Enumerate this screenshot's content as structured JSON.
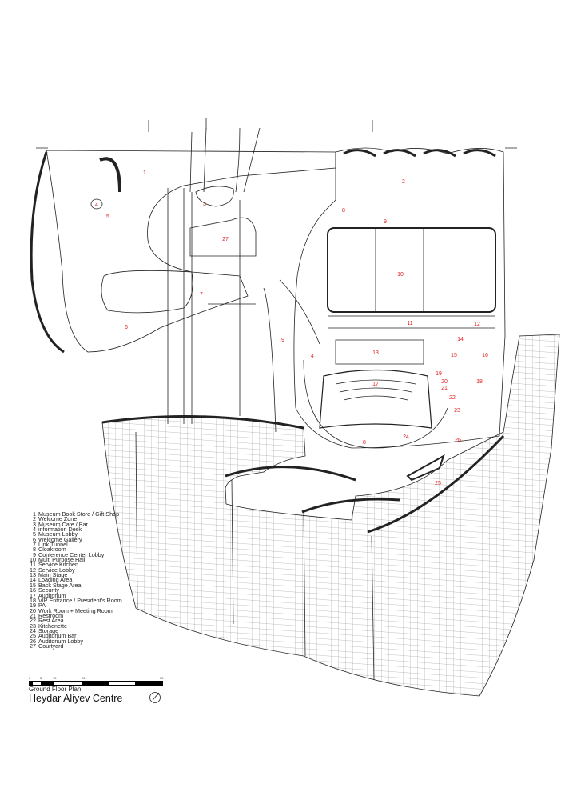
{
  "plan": {
    "room_markers": [
      "1",
      "2",
      "3",
      "4",
      "5",
      "6",
      "7",
      "8",
      "9",
      "10",
      "11",
      "12",
      "13",
      "14",
      "15",
      "16",
      "17",
      "18",
      "19",
      "20",
      "21",
      "22",
      "23",
      "24",
      "25",
      "26",
      "27",
      "9",
      "4",
      "8"
    ],
    "label_color": "#e02020",
    "line_color": "#222222"
  },
  "legend": [
    {
      "n": "1",
      "label": "Museum Book Store / Gift Shop"
    },
    {
      "n": "2",
      "label": "Welcome Zone"
    },
    {
      "n": "3",
      "label": "Museum Cafe / Bar"
    },
    {
      "n": "4",
      "label": "information Desk"
    },
    {
      "n": "5",
      "label": "Museum Lobby"
    },
    {
      "n": "6",
      "label": "Welcome Gallery"
    },
    {
      "n": "7",
      "label": "Link Tunnel"
    },
    {
      "n": "8",
      "label": "Cloakroom"
    },
    {
      "n": "9",
      "label": "Conference Center Lobby"
    },
    {
      "n": "10",
      "label": "Multi Purpose Hall"
    },
    {
      "n": "11",
      "label": "Service Kitchen"
    },
    {
      "n": "12",
      "label": "Service Lobby"
    },
    {
      "n": "13",
      "label": "Main Stage"
    },
    {
      "n": "14",
      "label": "Loading Area"
    },
    {
      "n": "15",
      "label": "Back Stage Area"
    },
    {
      "n": "16",
      "label": "Security"
    },
    {
      "n": "17",
      "label": "Auditorium"
    },
    {
      "n": "18",
      "label": "VIP Entrance / President's Room"
    },
    {
      "n": "19",
      "label": "PA"
    },
    {
      "n": "20",
      "label": "Work Room + Meeting Room"
    },
    {
      "n": "21",
      "label": "Restroom"
    },
    {
      "n": "22",
      "label": "Rest Area"
    },
    {
      "n": "23",
      "label": "Kitchenette"
    },
    {
      "n": "24",
      "label": "Storage"
    },
    {
      "n": "25",
      "label": "Auditorium Bar"
    },
    {
      "n": "26",
      "label": "Auditorium Lobby"
    },
    {
      "n": "27",
      "label": "Courtyard"
    }
  ],
  "scale_bar": {
    "ticks": [
      "0",
      "5",
      "10",
      "20",
      "50"
    ]
  },
  "subtitle": "Ground Floor Plan",
  "title": "Heydar Aliyev Centre",
  "north_arrow_icon": "north-arrow-icon"
}
